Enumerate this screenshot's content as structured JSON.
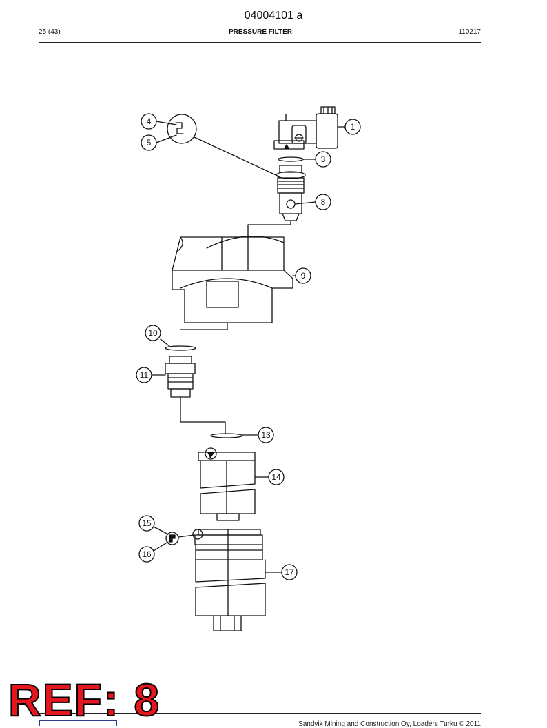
{
  "header": {
    "doc_number": "04004101 a",
    "page": "25 (43)",
    "title": "PRESSURE FILTER",
    "date": "110217"
  },
  "diagram": {
    "callouts": [
      "4",
      "5",
      "1",
      "3",
      "8",
      "9",
      "10",
      "11",
      "13",
      "14",
      "15",
      "16",
      "17"
    ]
  },
  "stamp": {
    "text": "REF: 8",
    "color": "#e5161d"
  },
  "footer": {
    "copyright": "Sandvik Mining and Construction Oy, Loaders Turku © 2011"
  }
}
